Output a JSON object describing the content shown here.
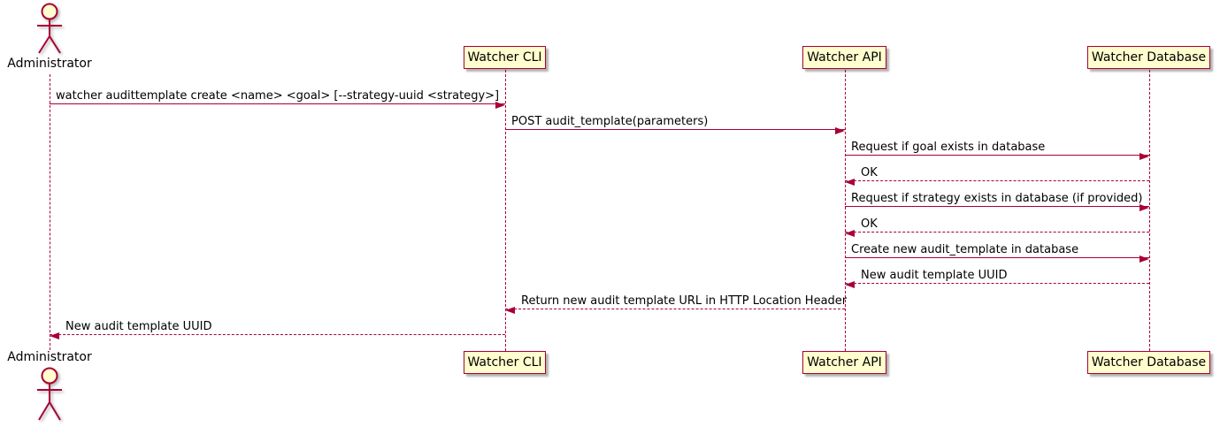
{
  "diagram": {
    "type": "sequence-diagram",
    "participants": {
      "administrator": {
        "label": "Administrator",
        "kind": "actor"
      },
      "watcher_cli": {
        "label": "Watcher CLI",
        "kind": "participant"
      },
      "watcher_api": {
        "label": "Watcher API",
        "kind": "participant"
      },
      "watcher_database": {
        "label": "Watcher Database",
        "kind": "participant"
      }
    },
    "messages": [
      {
        "from": "Administrator",
        "to": "Watcher CLI",
        "line": "solid",
        "label": "watcher audittemplate create <name> <goal> [--strategy-uuid <strategy>]"
      },
      {
        "from": "Watcher CLI",
        "to": "Watcher API",
        "line": "solid",
        "label": "POST audit_template(parameters)"
      },
      {
        "from": "Watcher API",
        "to": "Watcher Database",
        "line": "solid",
        "label": "Request if goal exists in database"
      },
      {
        "from": "Watcher Database",
        "to": "Watcher API",
        "line": "dashed",
        "label": "OK"
      },
      {
        "from": "Watcher API",
        "to": "Watcher Database",
        "line": "solid",
        "label": "Request if strategy exists in database (if provided)"
      },
      {
        "from": "Watcher Database",
        "to": "Watcher API",
        "line": "dashed",
        "label": "OK"
      },
      {
        "from": "Watcher API",
        "to": "Watcher Database",
        "line": "solid",
        "label": "Create new audit_template in database"
      },
      {
        "from": "Watcher Database",
        "to": "Watcher API",
        "line": "dashed",
        "label": "New audit template UUID"
      },
      {
        "from": "Watcher API",
        "to": "Watcher CLI",
        "line": "dashed",
        "label": "Return new audit template URL in HTTP Location Header"
      },
      {
        "from": "Watcher CLI",
        "to": "Administrator",
        "line": "dashed",
        "label": "New audit template UUID"
      }
    ],
    "colors": {
      "border": "#A80036",
      "participant_fill": "#FEFECE",
      "lifeline": "#A80036",
      "text": "#000000",
      "background": "#FFFFFF"
    }
  }
}
